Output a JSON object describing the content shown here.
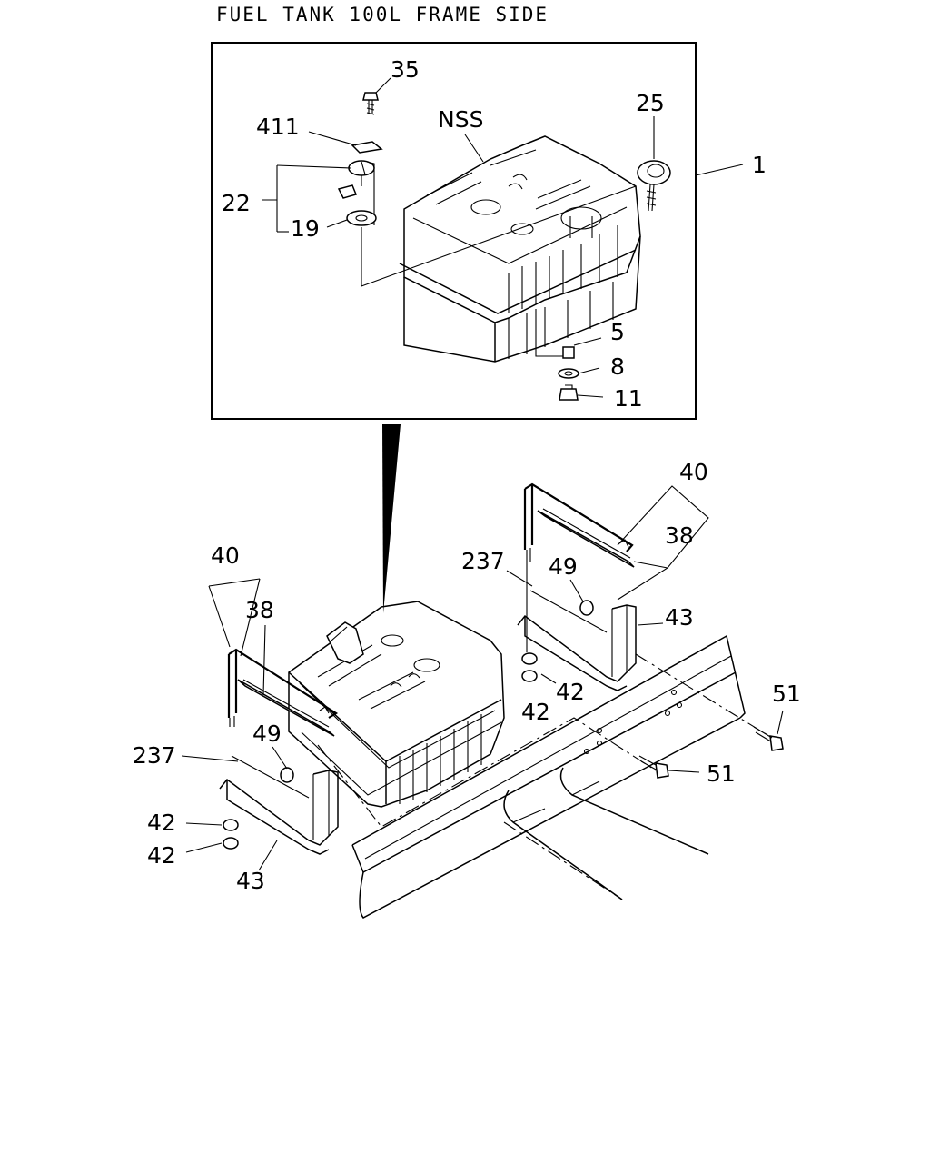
{
  "title": "FUEL TANK 100L FRAME SIDE",
  "inset_labels": {
    "p35": "35",
    "p411": "411",
    "nss": "NSS",
    "p25": "25",
    "p1": "1",
    "p22": "22",
    "p19": "19",
    "p5": "5",
    "p8": "8",
    "p11": "11"
  },
  "main_labels": {
    "p40_right": "40",
    "p38_right": "38",
    "p237_right": "237",
    "p49_right": "49",
    "p43_right": "43",
    "p42_right_a": "42",
    "p42_right_b": "42",
    "p51_right": "51",
    "p51_mid": "51",
    "p40_left": "40",
    "p38_left": "38",
    "p237_left": "237",
    "p49_left": "49",
    "p42_left_a": "42",
    "p42_left_b": "42",
    "p43_left": "43"
  }
}
